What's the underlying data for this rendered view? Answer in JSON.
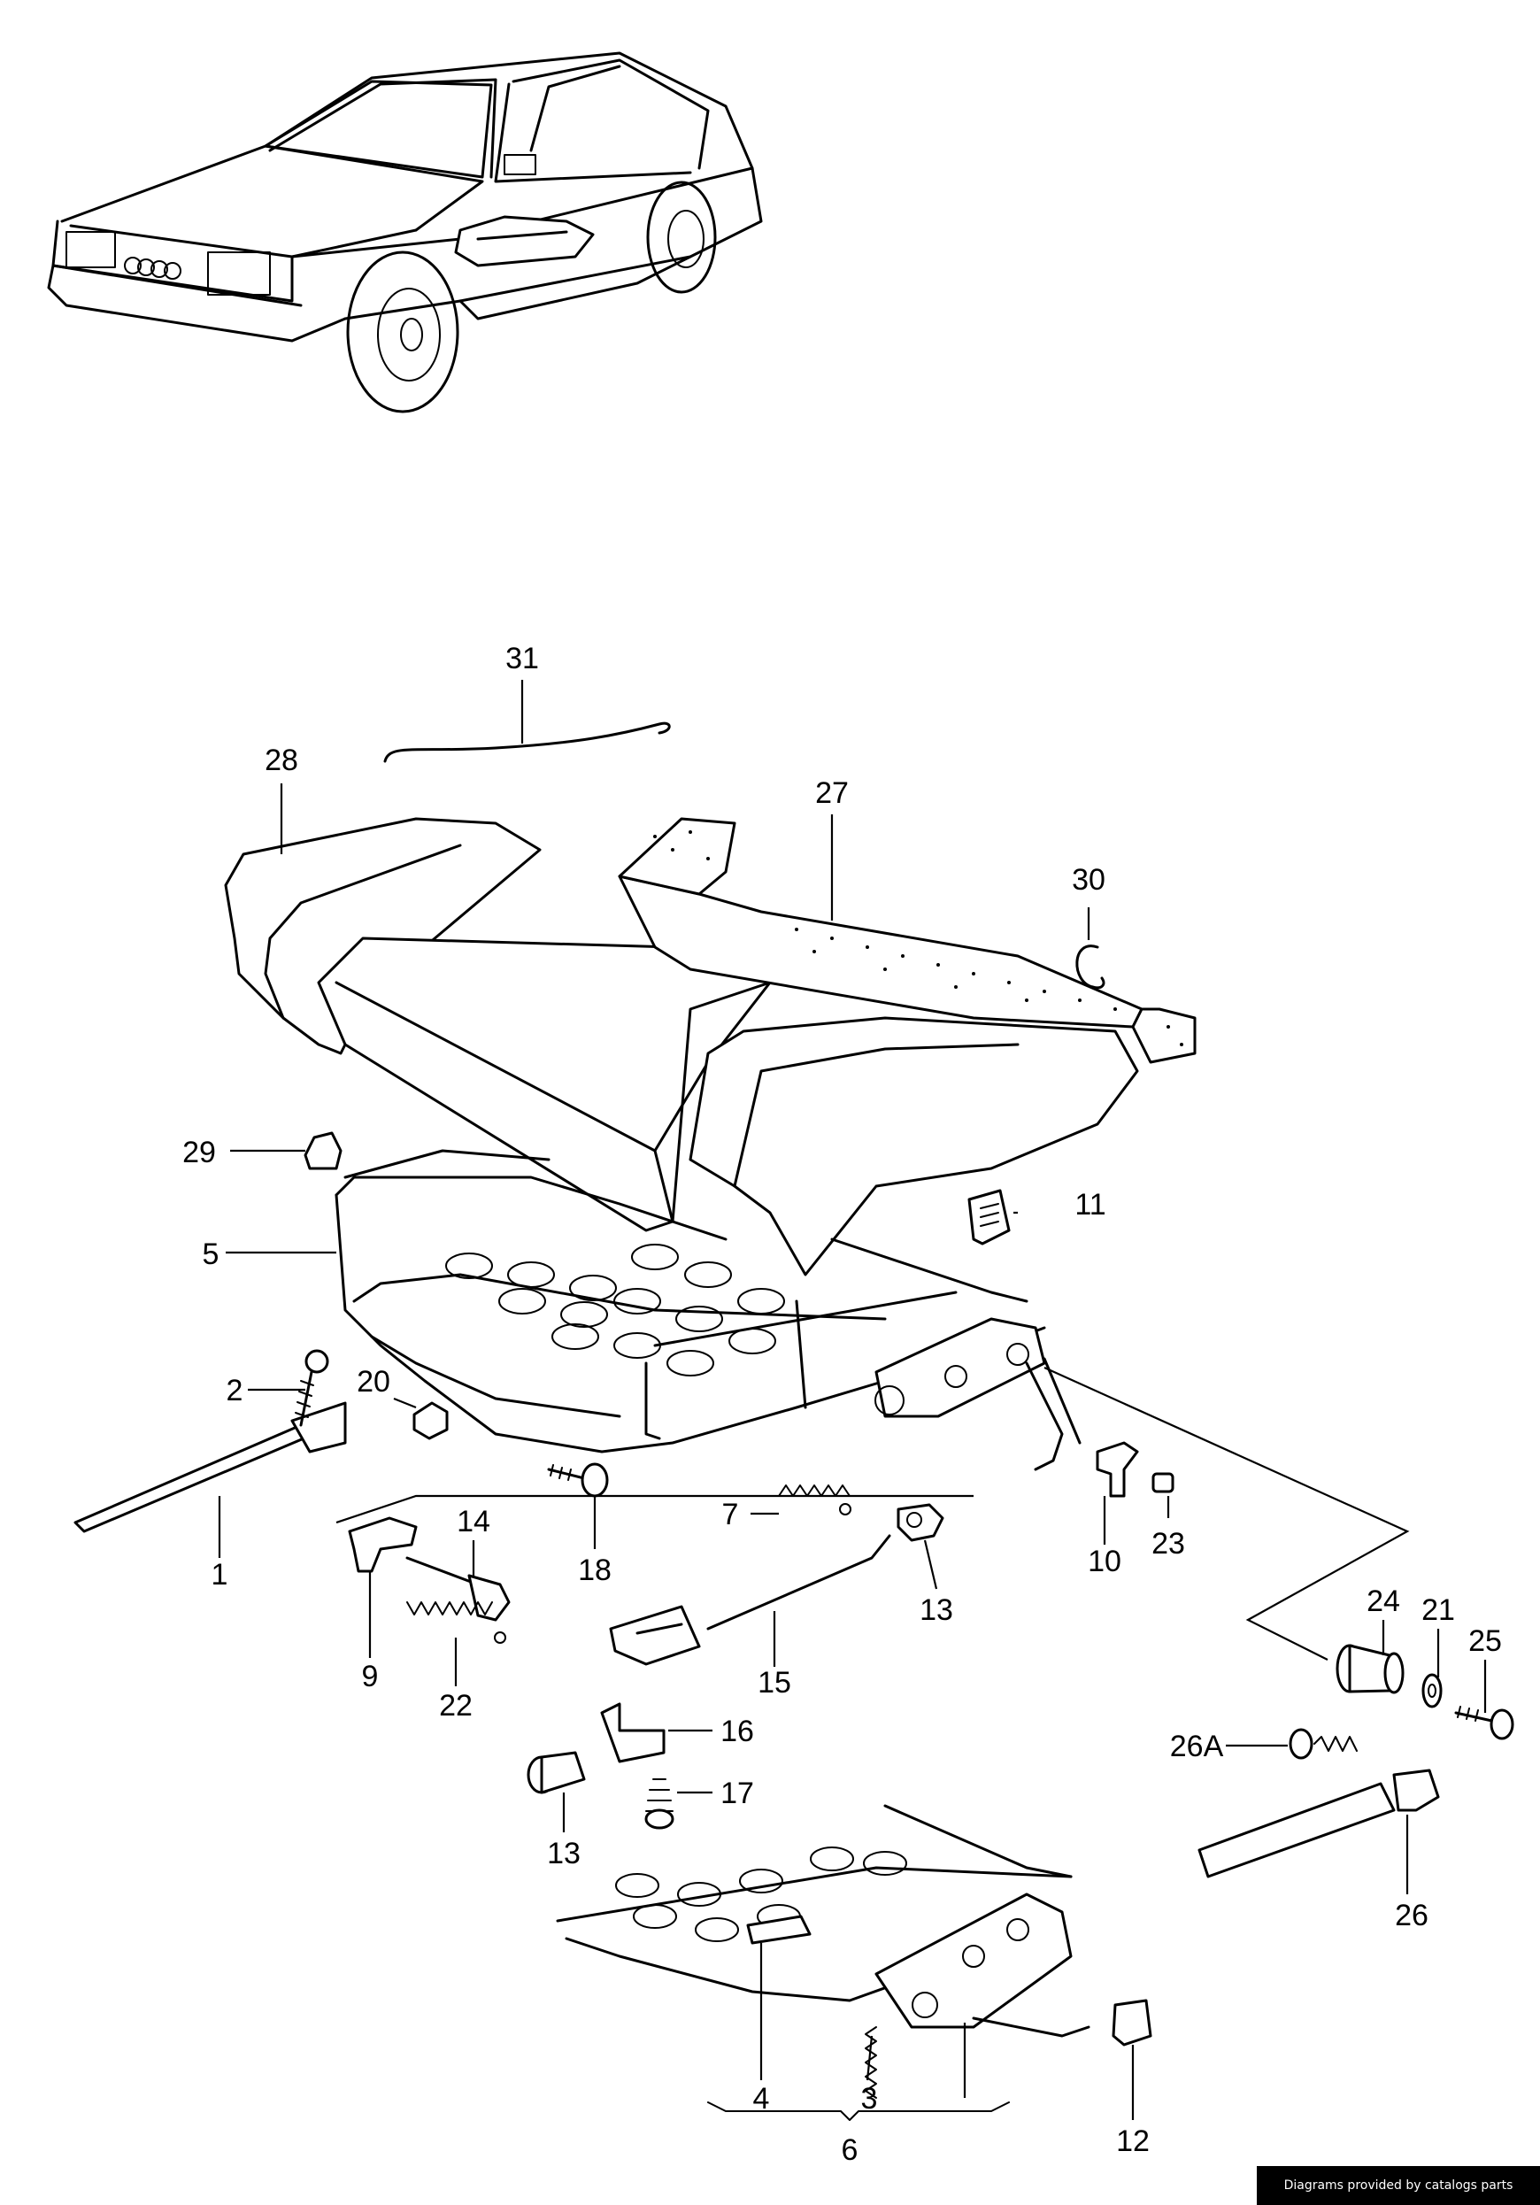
{
  "callouts": [
    {
      "id": "c31",
      "label": "31"
    },
    {
      "id": "c28",
      "label": "28"
    },
    {
      "id": "c27",
      "label": "27"
    },
    {
      "id": "c30",
      "label": "30"
    },
    {
      "id": "c29",
      "label": "29"
    },
    {
      "id": "c11",
      "label": "11"
    },
    {
      "id": "c5",
      "label": "5"
    },
    {
      "id": "c2",
      "label": "2"
    },
    {
      "id": "c20",
      "label": "20"
    },
    {
      "id": "c1",
      "label": "1"
    },
    {
      "id": "c14",
      "label": "14"
    },
    {
      "id": "c18",
      "label": "18"
    },
    {
      "id": "c7",
      "label": "7"
    },
    {
      "id": "c10",
      "label": "10"
    },
    {
      "id": "c23",
      "label": "23"
    },
    {
      "id": "c13a",
      "label": "13"
    },
    {
      "id": "c9",
      "label": "9"
    },
    {
      "id": "c22",
      "label": "22"
    },
    {
      "id": "c15",
      "label": "15"
    },
    {
      "id": "c24",
      "label": "24"
    },
    {
      "id": "c21",
      "label": "21"
    },
    {
      "id": "c25",
      "label": "25"
    },
    {
      "id": "c16",
      "label": "16"
    },
    {
      "id": "c17",
      "label": "17"
    },
    {
      "id": "c13b",
      "label": "13"
    },
    {
      "id": "c26A",
      "label": "26A"
    },
    {
      "id": "c26",
      "label": "26"
    },
    {
      "id": "c4",
      "label": "4"
    },
    {
      "id": "c3",
      "label": "3"
    },
    {
      "id": "c12",
      "label": "12"
    },
    {
      "id": "c6",
      "label": "6"
    }
  ],
  "credit": "Diagrams provided by catalogs parts"
}
